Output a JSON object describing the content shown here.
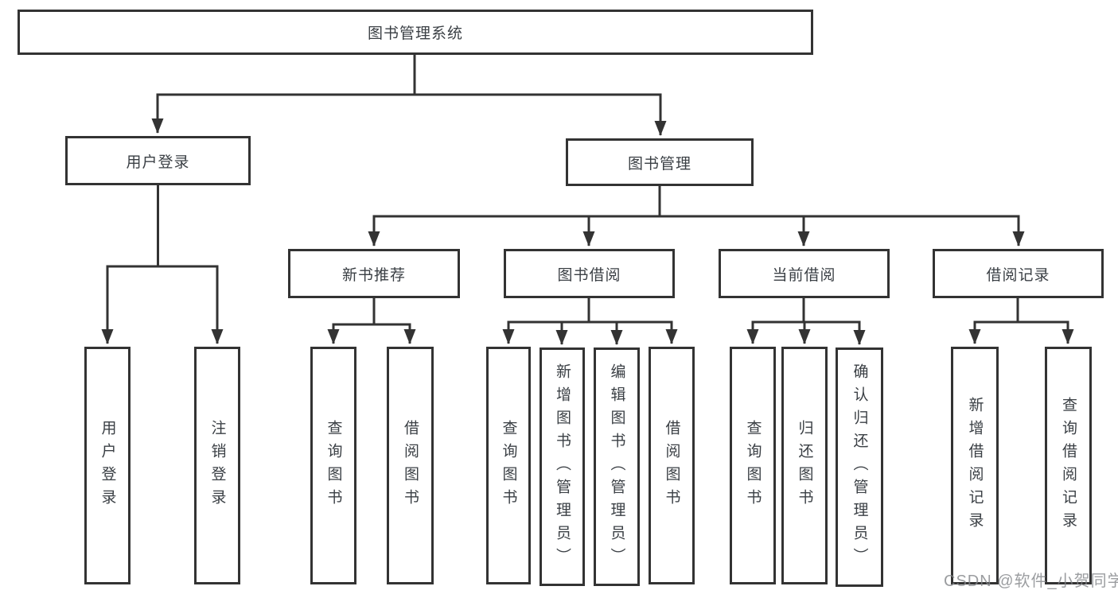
{
  "colors": {
    "line": "#333333",
    "box_border": "#333333",
    "text": "#3a3f44",
    "watermark": "#828588",
    "background": "#ffffff"
  },
  "tree": {
    "root": {
      "label": "图书管理系统"
    },
    "branches": [
      {
        "label": "用户登录",
        "leaves": [
          {
            "label": "用户登录"
          },
          {
            "label": "注销登录"
          }
        ]
      },
      {
        "label": "图书管理",
        "groups": [
          {
            "label": "新书推荐",
            "leaves": [
              {
                "label": "查询图书"
              },
              {
                "label": "借阅图书"
              }
            ]
          },
          {
            "label": "图书借阅",
            "leaves": [
              {
                "label": "查询图书"
              },
              {
                "label": "新增图书（管理员）"
              },
              {
                "label": "编辑图书（管理员）"
              },
              {
                "label": "借阅图书"
              }
            ]
          },
          {
            "label": "当前借阅",
            "leaves": [
              {
                "label": "查询图书"
              },
              {
                "label": "归还图书"
              },
              {
                "label": "确认归还（管理员）"
              }
            ]
          },
          {
            "label": "借阅记录",
            "leaves": [
              {
                "label": "新增借阅记录"
              },
              {
                "label": "查询借阅记录"
              }
            ]
          }
        ]
      }
    ]
  },
  "watermark": {
    "text": "CSDN @软件_小贺同学"
  }
}
